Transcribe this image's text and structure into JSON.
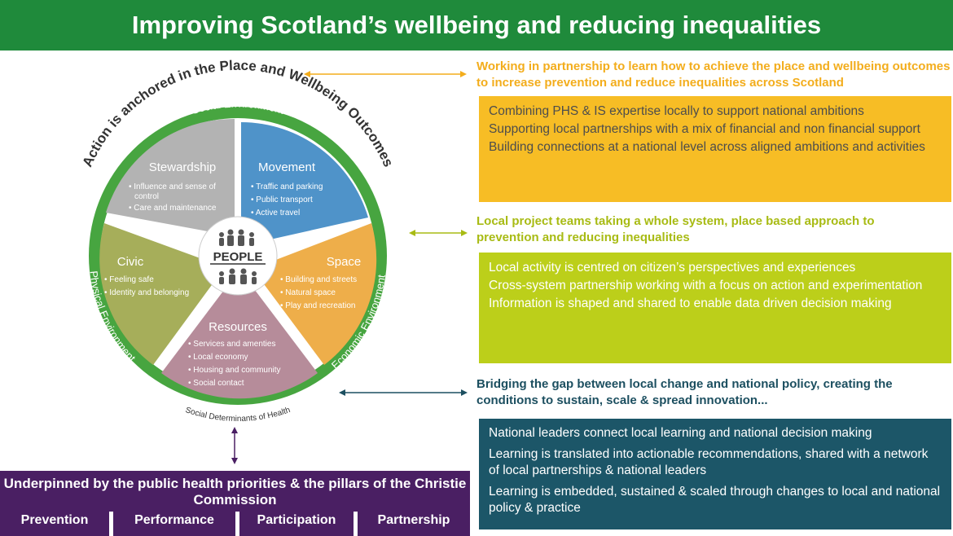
{
  "title": "Improving Scotland’s wellbeing and reducing inequalities",
  "wheel": {
    "arc_title": "Action is anchored in the Place and Wellbeing Outcomes",
    "ring_labels": {
      "social": "Social Environment",
      "physical": "Physical Environment",
      "economic": "Economic Environment"
    },
    "bottom_label": "Social Determinants of Health",
    "center_label": "PEOPLE",
    "segments": [
      {
        "title": "Stewardship",
        "items": [
          "Influence and sense of",
          "control",
          "Care and maintenance"
        ],
        "color": "#b3b3b3"
      },
      {
        "title": "Movement",
        "items": [
          "Traffic and parking",
          "Public transport",
          "Active travel"
        ],
        "color": "#4f93c9"
      },
      {
        "title": "Space",
        "items": [
          "Building and streets",
          "Natural space",
          "Play and recreation"
        ],
        "color": "#eeae4a"
      },
      {
        "title": "Resources",
        "items": [
          "Services and amenties",
          "Local economy",
          "Housing and community",
          "Social contact"
        ],
        "color": "#b68c9a"
      },
      {
        "title": "Civic",
        "items": [
          "Feeling safe",
          "Identity and belonging"
        ],
        "color": "#a6ae5a"
      }
    ],
    "ring_color": "#47a540"
  },
  "sections": [
    {
      "heading": "Working in partnership to learn how to achieve the place and wellbeing outcomes to increase prevention and reduce inequalities across Scotland",
      "heading_color": "#f3ad1c",
      "box_color": "#f7bd25",
      "items": [
        "Combining PHS & IS expertise locally to support national ambitions",
        "Supporting local partnerships with a mix of financial and non financial support",
        "Building connections at a national level across aligned ambitions and activities"
      ]
    },
    {
      "heading": "Local project teams taking a whole system, place based approach to prevention and reducing inequalities",
      "heading_color": "#a8bb14",
      "box_color": "#bccf1a",
      "items": [
        "Local activity is centred on citizen’s perspectives and experiences",
        "Cross-system partnership working with a focus on action and experimentation",
        "Information is shaped and shared to enable data driven decision making"
      ]
    },
    {
      "heading": "Bridging the gap between local change and national policy, creating the conditions to sustain, scale & spread innovation...",
      "heading_color": "#1c4f60",
      "box_color": "#1c5668",
      "items": [
        "National leaders connect local learning and national decision making",
        "Learning is translated into actionable recommendations, shared with a network of local partnerships & national leaders",
        "Learning is embedded, sustained & scaled through changes to local and national policy & practice"
      ]
    }
  ],
  "footer": {
    "title": "Underpinned by the public health priorities & the pillars of the Christie Commission",
    "pillars": [
      "Prevention",
      "Performance",
      "Participation",
      "Partnership"
    ],
    "color": "#4a1f63"
  }
}
